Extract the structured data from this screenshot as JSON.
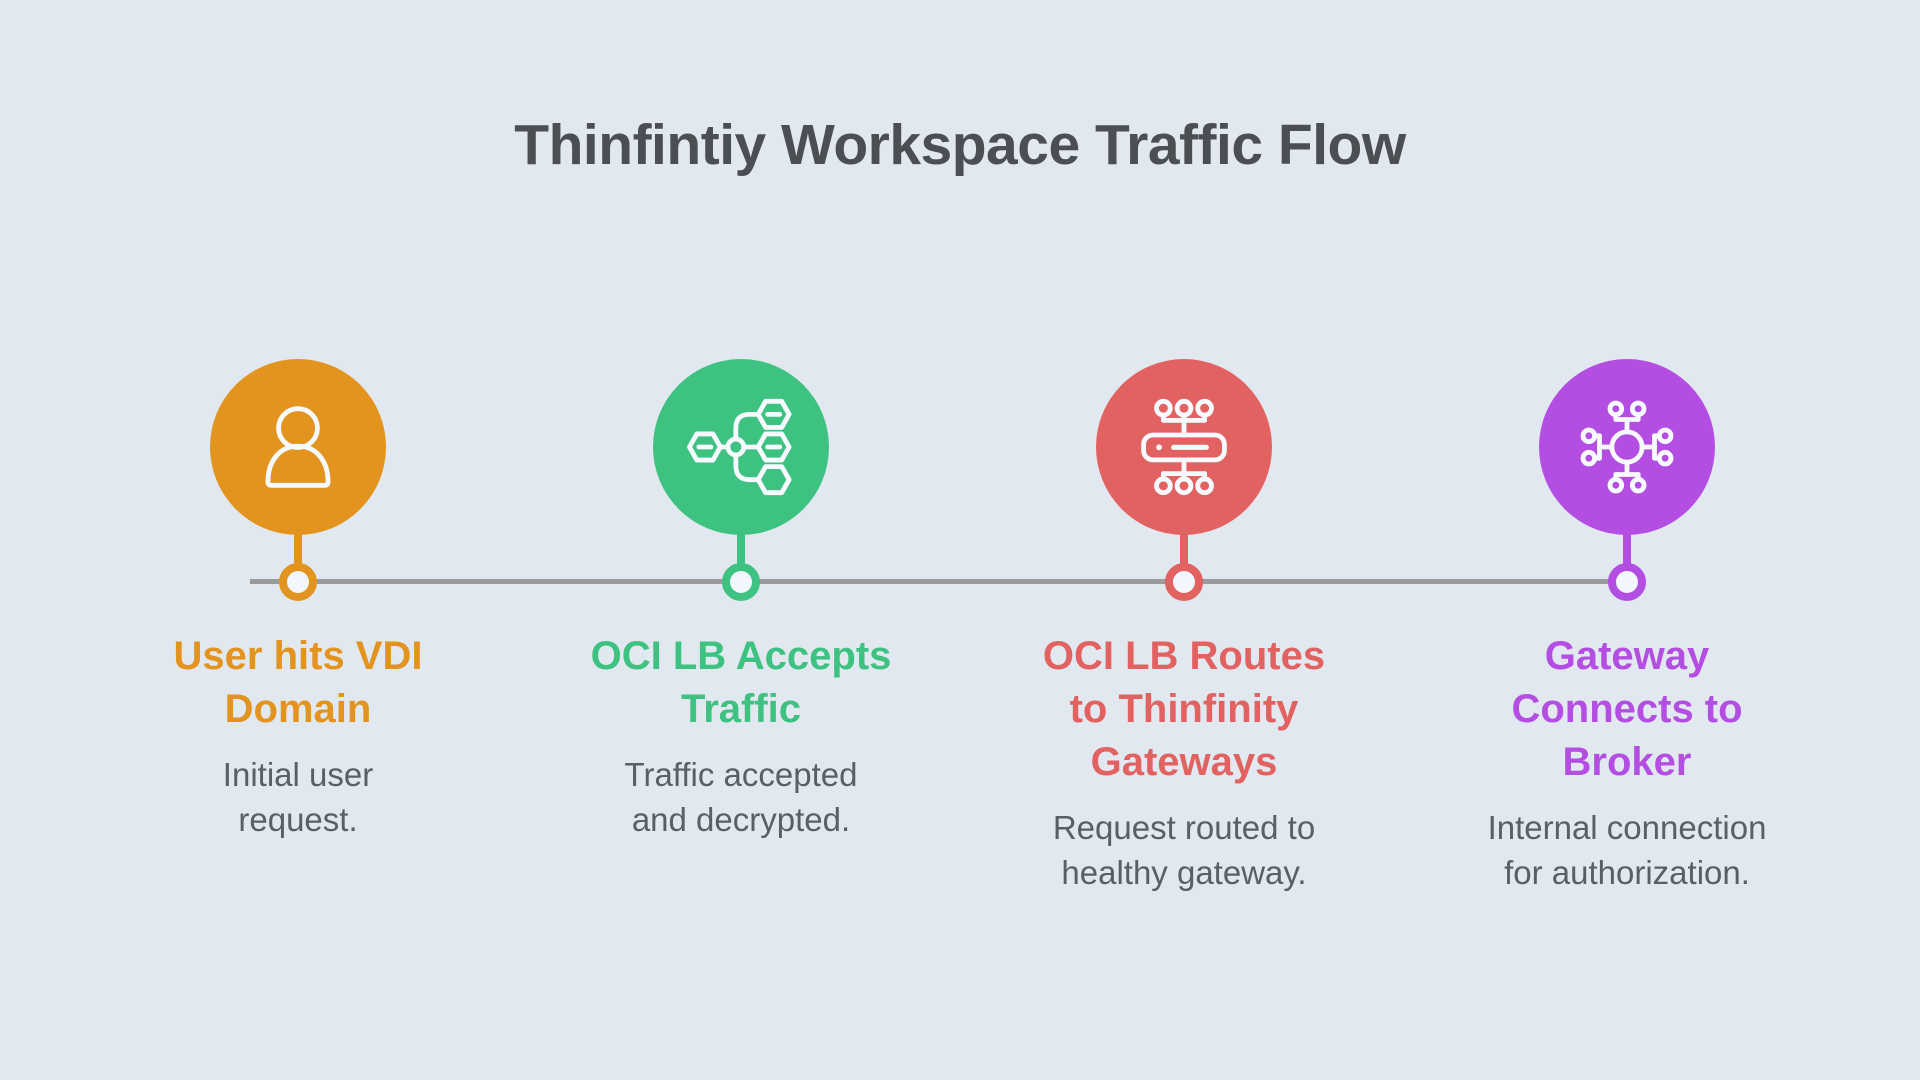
{
  "title": "Thinfintiy Workspace Traffic Flow",
  "background_color": "#E2E8EF",
  "line_color": "#9A9A9A",
  "node_fill_color": "#F2F7FD",
  "steps": [
    {
      "heading": "User hits VDI\nDomain",
      "body": "Initial user\nrequest.",
      "color": "#E2941F",
      "icon": "user-icon"
    },
    {
      "heading": "OCI LB Accepts\nTraffic",
      "body": "Traffic accepted\nand decrypted.",
      "color": "#3EC282",
      "icon": "load-balancer-icon"
    },
    {
      "heading": "OCI LB Routes\nto Thinfinity\nGateways",
      "body": "Request routed to\nhealthy gateway.",
      "color": "#E26261",
      "icon": "gateway-router-icon"
    },
    {
      "heading": "Gateway\nConnects to\nBroker",
      "body": "Internal connection\nfor authorization.",
      "color": "#B44EE2",
      "icon": "broker-hub-icon"
    }
  ]
}
